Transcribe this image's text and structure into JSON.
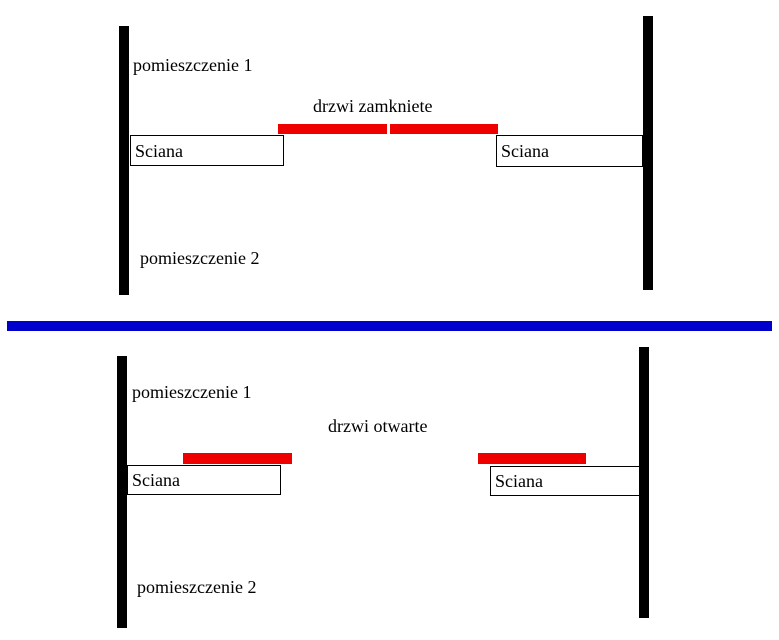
{
  "diagram_title": "door state diagram (closed vs open)",
  "colors": {
    "wall": "#000000",
    "door": "#ee0000",
    "divider": "#0000cc",
    "background": "#ffffff",
    "box_border": "#000000",
    "text": "#000000"
  },
  "panels": [
    {
      "state": "closed",
      "room1_label": "pomieszczenie 1",
      "room2_label": "pomieszczenie 2",
      "door_label": "drzwi zamkniete",
      "wall_box_left_label": "Sciana",
      "wall_box_right_label": "Sciana"
    },
    {
      "state": "open",
      "room1_label": "pomieszczenie 1",
      "room2_label": "pomieszczenie 2",
      "door_label": "drzwi otwarte",
      "wall_box_left_label": "Sciana",
      "wall_box_right_label": "Sciana"
    }
  ]
}
